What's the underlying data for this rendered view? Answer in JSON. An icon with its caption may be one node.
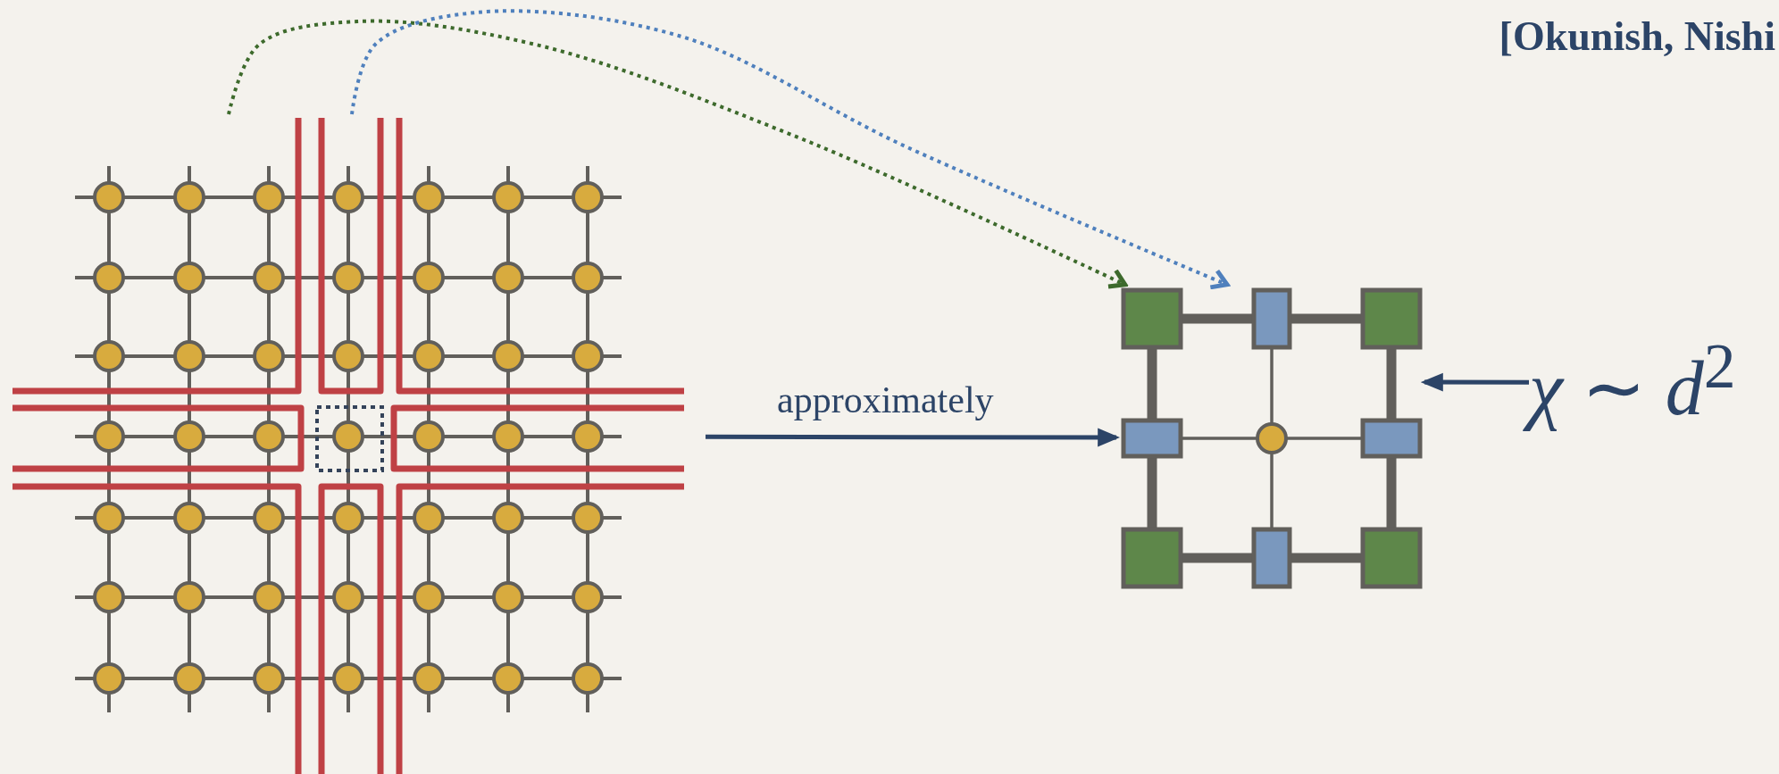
{
  "diagram": {
    "nodes": [
      {
        "text": [],
        "shape": "picture"
      },
      {
        "text": [],
        "shape": "picture"
      },
      {
        "text": [
          "*χ* ∼ *d*$^{2}$"
        ]
      }
    ],
    "edges": [
      {
        "from": 0,
        "to": 1,
        "arrow": "to",
        "label": "approximately"
      },
      {
        "from": 2,
        "to": 1,
        "arrow": "to"
      },
      {
        "from": 0,
        "to": 1,
        "arrow": "to",
        "style": "dashed",
        "color": "#3d6a2c"
      },
      {
        "from": 0,
        "to": 1,
        "arrow": "to",
        "style": "dashed",
        "color": "#4f80bd"
      }
    ],
    "labels": [
      "[Okunish, Nishi"
    ]
  }
}
